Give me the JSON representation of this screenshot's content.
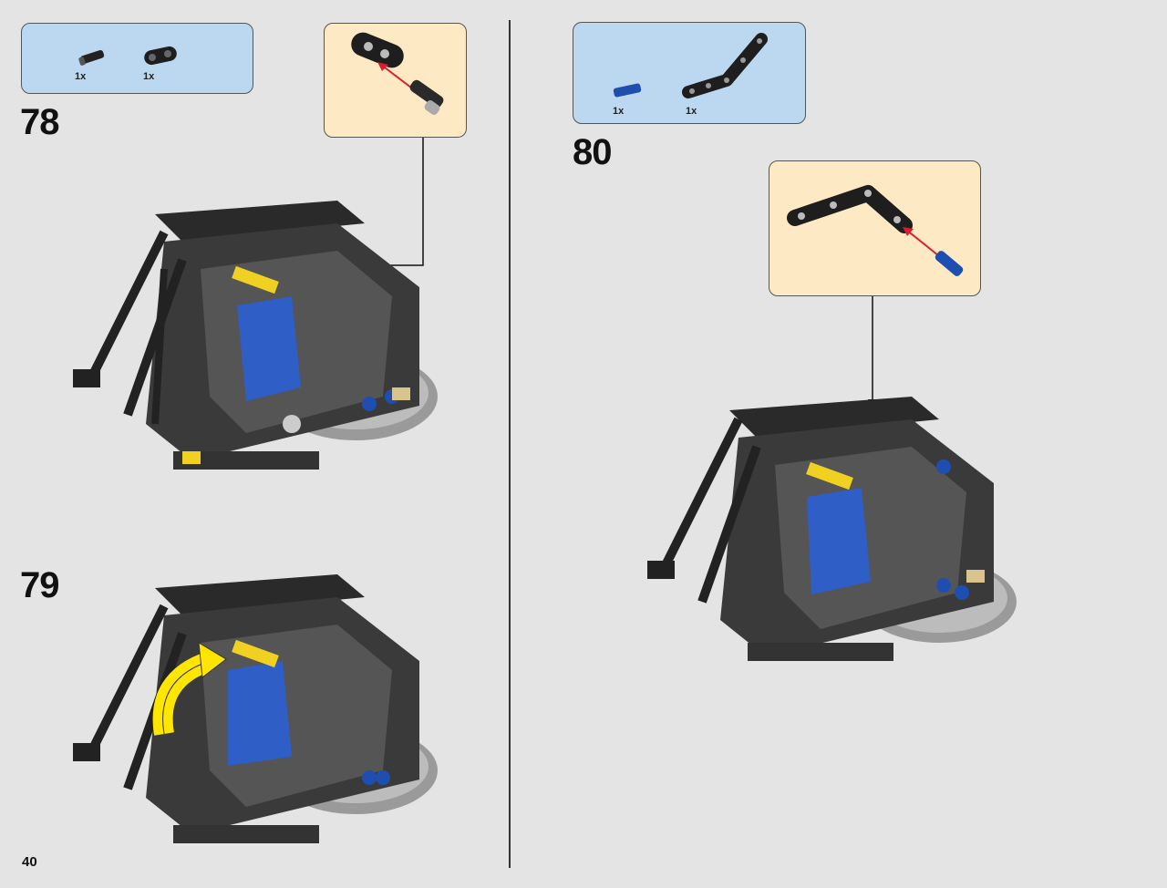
{
  "page": {
    "number": "40"
  },
  "steps": [
    {
      "number": "78",
      "parts": [
        {
          "qty": "1x",
          "icon": "black-pin-icon"
        },
        {
          "qty": "1x",
          "icon": "black-beam-icon"
        }
      ]
    },
    {
      "number": "79"
    },
    {
      "number": "80",
      "parts": [
        {
          "qty": "1x",
          "icon": "blue-pin-icon"
        },
        {
          "qty": "1x",
          "icon": "angled-beam-icon"
        }
      ]
    }
  ],
  "colors": {
    "parts_box": "#bcd8f0",
    "subassembly_box": "#fde9c4",
    "rotate_arrow": "#ffe600",
    "insert_arrow": "#d81e2c"
  }
}
